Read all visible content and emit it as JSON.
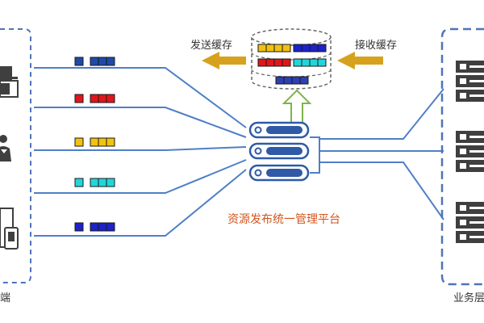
{
  "labels": {
    "send_cache": "发送缓存",
    "receive_cache": "接收缓存",
    "platform": "资源发布统一管理平台",
    "client_side": "端",
    "business_side": "业务层"
  },
  "colors": {
    "line": "#4f7fc6",
    "dash_border": "#4f74b8",
    "arrow_gold": "#d6a21e",
    "arrow_green": "#7fb34c",
    "server_fill": "#2e5aa8",
    "icon_dark": "#3f3f3f",
    "platform_text": "#d4551c"
  },
  "client_channels": [
    {
      "color": "#1f4aa8",
      "icon": "desktop-icon"
    },
    {
      "color": "#e0161c",
      "icon": "none"
    },
    {
      "color": "#f2c20e",
      "icon": "user-icon"
    },
    {
      "color": "#21d6db",
      "icon": "none"
    },
    {
      "color": "#1e22c8",
      "icon": "mobile-icon"
    }
  ],
  "cache_rows": [
    [
      "#f2c20e",
      "#1e22c8"
    ],
    [
      "#e0161c",
      "#21d6db"
    ],
    [
      "#2e3fb0"
    ]
  ],
  "business_servers": [
    "server-icon",
    "server-icon",
    "server-icon"
  ]
}
